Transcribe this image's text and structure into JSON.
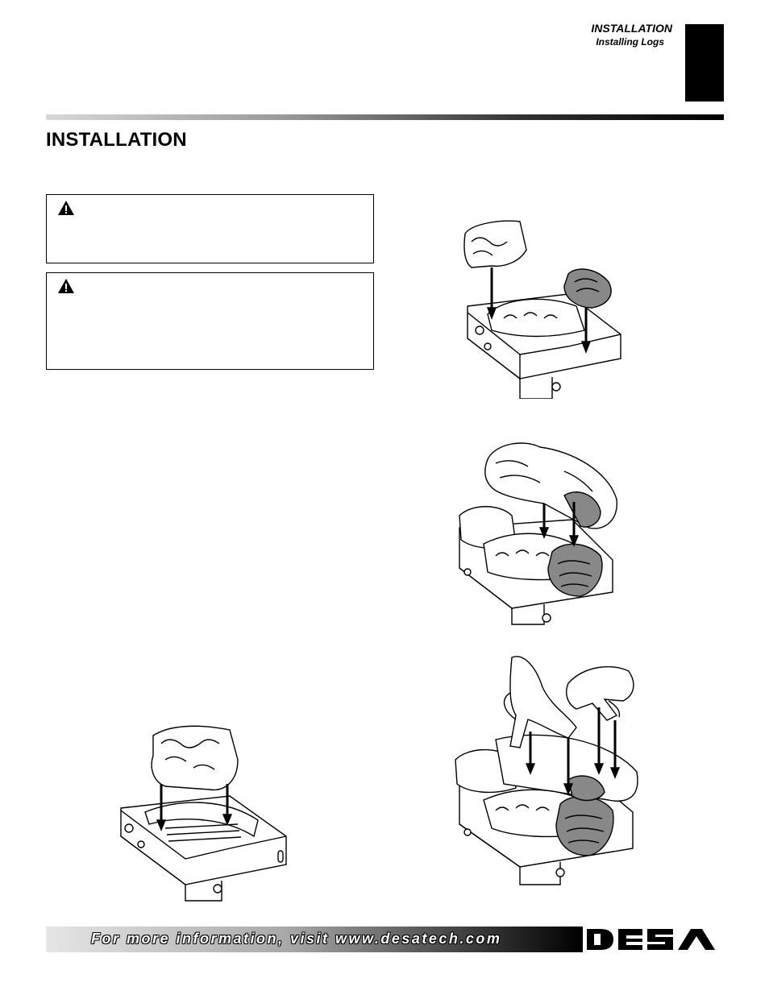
{
  "header": {
    "section": "INSTALLATION",
    "subsection": "Installing Logs"
  },
  "page_title": "INSTALLATION",
  "warnings": [
    {
      "icon": "warning-triangle-icon"
    },
    {
      "icon": "warning-triangle-icon"
    }
  ],
  "figures": [
    {
      "name": "log-placement-step-1",
      "icon": "burner-base-with-logs-illustration"
    },
    {
      "name": "log-placement-step-2",
      "icon": "burner-base-with-logs-illustration"
    },
    {
      "name": "log-placement-step-3",
      "icon": "burner-base-with-logs-illustration"
    },
    {
      "name": "log-placement-rear-log",
      "icon": "burner-base-illustration"
    }
  ],
  "footer": {
    "text": "For more information, visit www.desatech.com",
    "logo_text": "DESA"
  },
  "colors": {
    "ink": "#000000",
    "log_shade": "#888888",
    "rule_start": "#d8d8d8",
    "rule_end": "#000000"
  }
}
